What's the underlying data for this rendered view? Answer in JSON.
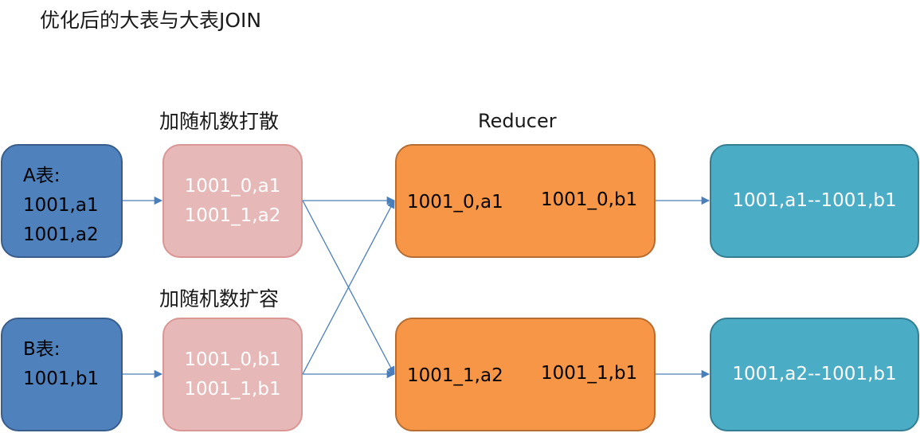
{
  "title": "优化后的大表与大表JOIN",
  "labels": {
    "scatter": "加随机数打散",
    "expand": "加随机数扩容",
    "reducer": "Reducer"
  },
  "table_a": {
    "name": "A表:",
    "rows": [
      "1001,a1",
      "1001,a2"
    ]
  },
  "table_b": {
    "name": "B表:",
    "rows": [
      "1001,b1"
    ]
  },
  "salted_a": {
    "rows": [
      "1001_0,a1",
      "1001_1,a2"
    ]
  },
  "salted_b": {
    "rows": [
      "1001_0,b1",
      "1001_1,b1"
    ]
  },
  "reducers": [
    {
      "left": "1001_0,a1",
      "right": "1001_0,b1"
    },
    {
      "left": "1001_1,a2",
      "right": "1001_1,b1"
    }
  ],
  "outputs": [
    "1001,a1--1001,b1",
    "1001,a2--1001,b1"
  ],
  "colors": {
    "source": "#4f81bd",
    "salted": "#e6b9b8",
    "reducer": "#f79646",
    "output": "#4bacc6",
    "arrow": "#4a7ebb"
  }
}
